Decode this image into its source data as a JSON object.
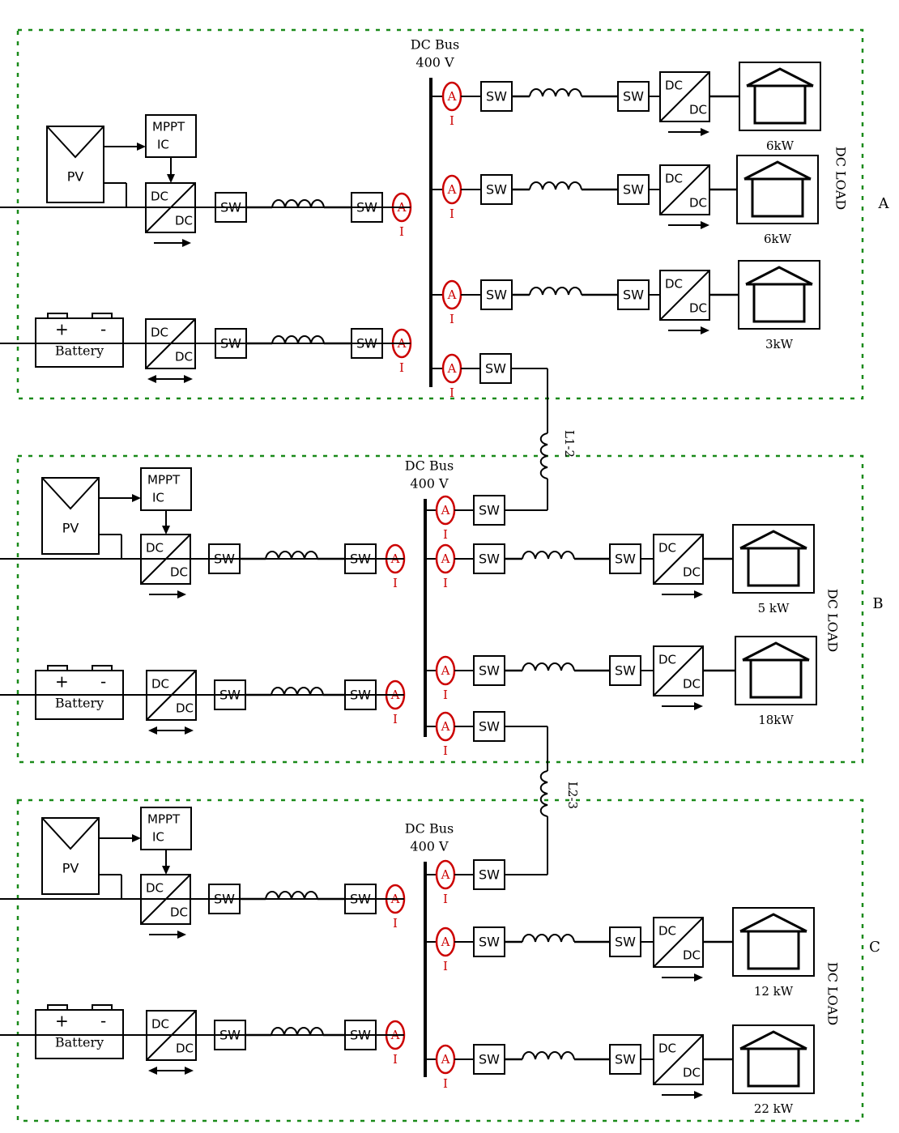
{
  "title": "",
  "labels": {
    "sw": "SW",
    "pv": "PV",
    "battery": "Battery",
    "battery_plus": "+",
    "battery_minus": "-",
    "mppt_line1": "MPPT",
    "mppt_line2": "IC",
    "dc": "DC",
    "ammeter": "A",
    "current": "I",
    "dc_load": "DC LOAD",
    "dc_bus_line1": "DC Bus",
    "dc_bus_line2": "400 V"
  },
  "colors": {
    "line": "#000000",
    "meter": "#cc0000",
    "zone_border": "#1a8a1a"
  },
  "zones": [
    {
      "id": "A",
      "name": "A",
      "loads": [
        "6kW",
        "6kW",
        "3kW"
      ]
    },
    {
      "id": "B",
      "name": "B",
      "loads": [
        "5 kW",
        "18kW"
      ]
    },
    {
      "id": "C",
      "name": "C",
      "loads": [
        "12 kW",
        "22 kW"
      ]
    }
  ],
  "interconnects": [
    {
      "from": "A",
      "to": "B",
      "label": "L1-2"
    },
    {
      "from": "B",
      "to": "C",
      "label": "L2-3"
    }
  ],
  "icons": [
    "pv-panel-icon",
    "battery-icon",
    "dc-dc-converter-icon",
    "ammeter-icon",
    "inductor-icon",
    "house-load-icon",
    "arrow-icon"
  ]
}
